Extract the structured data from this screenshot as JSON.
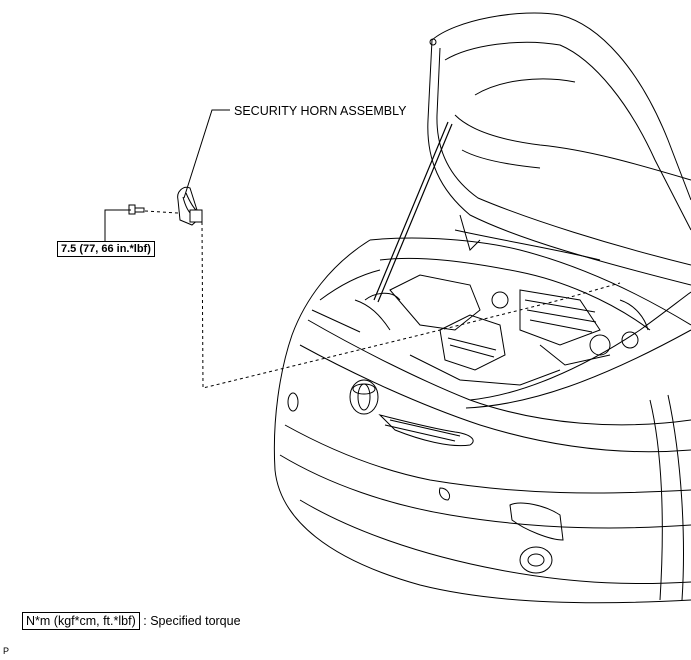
{
  "callouts": {
    "part_name": "SECURITY HORN ASSEMBLY",
    "torque_value": "7.5 (77, 66 in.*lbf)"
  },
  "legend": {
    "unit_box": "N*m (kgf*cm, ft.*lbf)",
    "separator": ":",
    "description": "Specified torque"
  },
  "figure_code": "P",
  "colors": {
    "line": "#000000",
    "background": "#ffffff"
  }
}
